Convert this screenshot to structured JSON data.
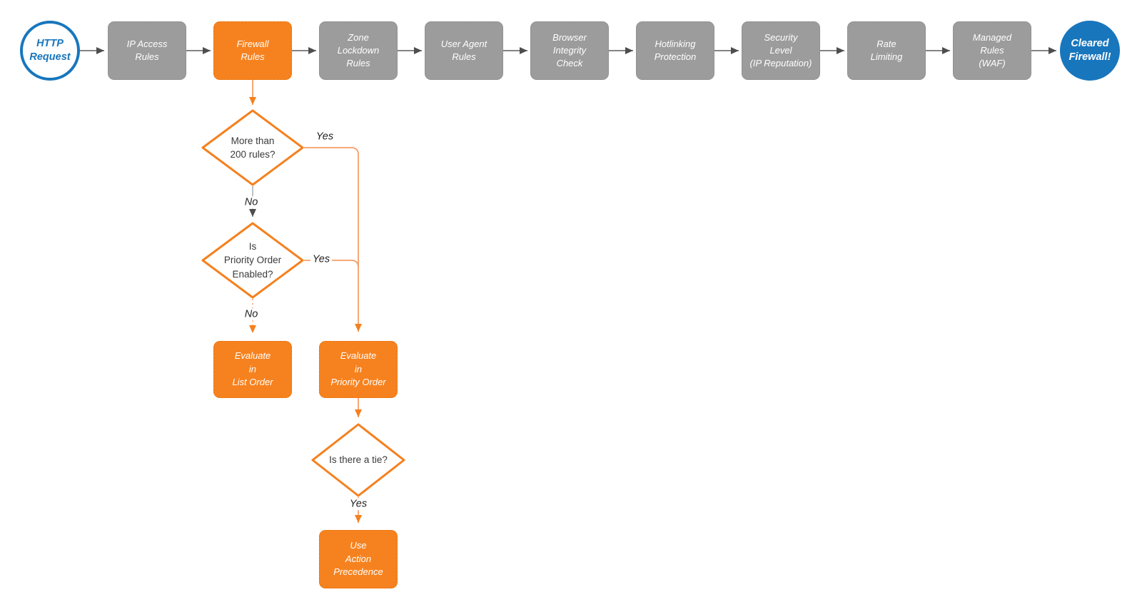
{
  "pipeline": {
    "start_label": "HTTP\nRequest",
    "stages": [
      {
        "label": "IP Access\nRules"
      },
      {
        "label": "Firewall\nRules"
      },
      {
        "label": "Zone\nLockdown\nRules"
      },
      {
        "label": "User Agent\nRules"
      },
      {
        "label": "Browser\nIntegrity\nCheck"
      },
      {
        "label": "Hotlinking\nProtection"
      },
      {
        "label": "Security\nLevel\n(IP Reputation)"
      },
      {
        "label": "Rate\nLimiting"
      },
      {
        "label": "Managed\nRules\n(WAF)"
      }
    ],
    "end_label": "Cleared\nFirewall!"
  },
  "decisions": {
    "more_than_200": {
      "question": "More than\n200 rules?",
      "yes_label": "Yes",
      "no_label": "No"
    },
    "priority_enabled": {
      "question": "Is\nPriority Order\nEnabled?",
      "yes_label": "Yes",
      "no_label": "No"
    },
    "tie": {
      "question": "Is there a tie?",
      "yes_label": "Yes"
    }
  },
  "outcomes": {
    "evaluate_list_order": "Evaluate\nin\nList Order",
    "evaluate_priority_order": "Evaluate\nin\nPriority Order",
    "use_action_precedence": "Use\nAction\nPrecedence"
  },
  "colors": {
    "accent_orange": "#F6821F",
    "stage_gray": "#9C9C9C",
    "terminal_blue": "#1876BD"
  }
}
